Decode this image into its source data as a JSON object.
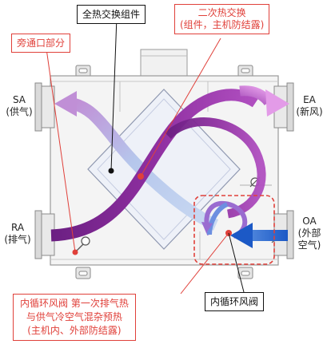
{
  "labels": {
    "core": "全热交换组件",
    "bypass": "旁通口部分",
    "secondary_line1": "二次热交换",
    "secondary_line2": "(组件，主机防结露)",
    "sa_code": "SA",
    "sa_name": "(供气)",
    "ra_code": "RA",
    "ra_name": "(排气)",
    "ea_code": "EA",
    "ea_name": "(新风)",
    "oa_code": "OA",
    "oa_name_1": "(外部",
    "oa_name_2": "空气)",
    "damper": "内循环风阀",
    "note_line1": "内循环风阀 第一次排气热",
    "note_line2": "与供气冷空气混杂预热",
    "note_line3": "(主机内、外部防结露)"
  },
  "colors": {
    "exhaust_purple": "#8e2fa0",
    "supply_purple": "#c39ad6",
    "supply_light": "#b9cff0",
    "fresh_blue": "#1c59c6",
    "red_accent": "#e0403a",
    "housing": "#f3f3f3",
    "housing_stroke": "#9a9a9a"
  }
}
